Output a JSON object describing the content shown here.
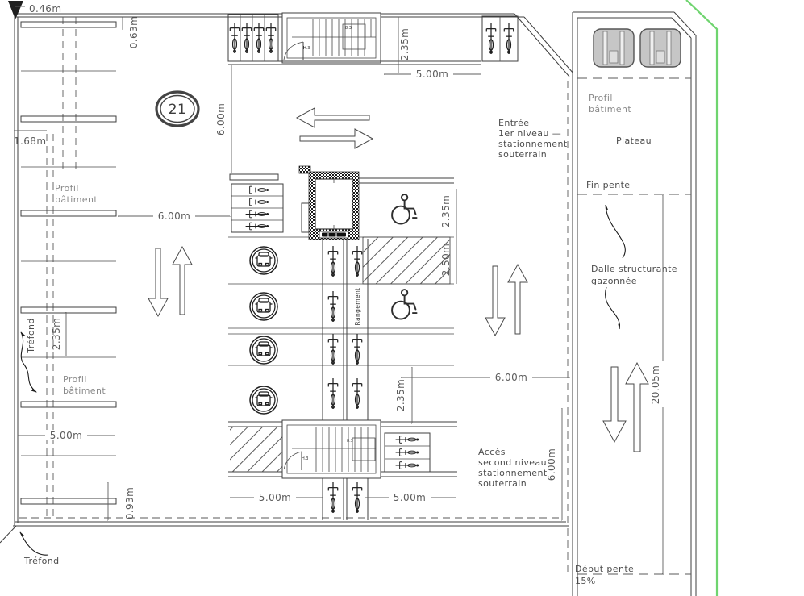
{
  "plan": {
    "zone_bubble": "21",
    "labels": {
      "entree": [
        "Entrée",
        "1er niveau —",
        "stationnement",
        "souterrain"
      ],
      "acces": [
        "Accès",
        "second niveau",
        "stationnement",
        "souterrain"
      ],
      "profil_batiment": [
        "Profil",
        "bâtiment"
      ],
      "plateau": "Plateau",
      "fin_pente": "Fin pente",
      "dalle": [
        "Dalle structurante",
        "gazonnée"
      ],
      "debut_pente": "Début pente",
      "pente_pct": "15%",
      "trefond": "Tréfond",
      "rangement": "Rangement",
      "stair_tag_a": "8.3",
      "stair_tag_b": "H.3"
    },
    "dims": {
      "d046": "0.46m",
      "d063": "0.63m",
      "d168": "1.68m",
      "d093": "0.93m",
      "d235": "2.35m",
      "d250": "2.50m",
      "d500": "5.00m",
      "d600": "6.00m",
      "d2005": "20.05m"
    },
    "icons": [
      "bicycle-icon",
      "wheelchair-icon",
      "car-share-icon",
      "car-top-icon",
      "stairs-icon",
      "elevator-icon"
    ],
    "colors": {
      "line": "#3f3f3f",
      "dim_text": "#5c5c5c",
      "label_text": "#8a8a8a",
      "green_boundary": "#6fd46f",
      "car_fill": "#c6c6c6",
      "hatch": "#555555"
    }
  }
}
